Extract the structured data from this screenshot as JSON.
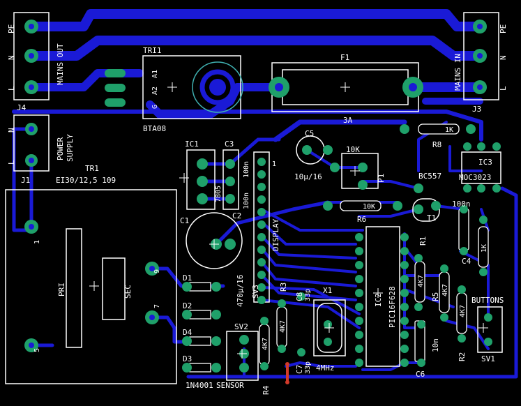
{
  "colors": {
    "background": "#000000",
    "copper": "#1a1ad6",
    "pad": "#1fa06a",
    "silk": "#ffffff",
    "via_red": "#d23a2a"
  },
  "labels": {
    "pe_left": "PE",
    "n_left": "N",
    "l_left": "L",
    "mains_out": "MAINS OUT",
    "j4": "J4",
    "pe_right": "PE",
    "n_right": "N",
    "l_right": "L",
    "mains_in": "MAINS IN",
    "j3": "J3",
    "tri1": "TRI1",
    "a1": "A1",
    "a2": "A2",
    "g": "G",
    "bta08": "BTA08",
    "f1": "F1",
    "f1_value": "3A",
    "power_supply_1": "POWER",
    "power_supply_2": "SUPPLY",
    "j1": "J1",
    "n_j1": "N",
    "l_j1": "L",
    "tr1": "TR1",
    "tr1_value": "EI30/12,5 109",
    "pri": "PRI",
    "sec": "SEC",
    "pin1": "1",
    "pin5": "5",
    "pin9": "9",
    "pin7": "7",
    "ic1": "IC1",
    "ic1_value": "7805",
    "c3": "C3",
    "c3_value": "100n",
    "c2": "C2",
    "c2_value": "100n",
    "c1": "C1",
    "c1_value": "470µ/16",
    "c5": "C5",
    "c5_value": "10µ/16",
    "p1_value": "10K",
    "p1": "P1",
    "r8": "R8",
    "r8_value": "1K",
    "r6": "R6",
    "r6_value": "10K",
    "ic3": "IC3",
    "ic3_value": "MOC3023",
    "bc557": "BC557",
    "t1": "T1",
    "c4_value": "100n",
    "c4": "C4",
    "r1": "R1",
    "r1_value": "4K7",
    "r5": "R5",
    "r5_value": "4K7",
    "r2": "R2",
    "r2_value": "4K7",
    "r3": "R3",
    "r3_value": "4K7",
    "r4": "R4",
    "r4_value": "4K7",
    "r7_value": "1K",
    "sv3": "SV3",
    "display": "DISPLAY",
    "sv3_pin1": "1",
    "ic2": "IC2",
    "ic2_value": "PIC16F628",
    "c8": "C8",
    "c8_value": "33p",
    "c7": "C7",
    "c7_value": "33p",
    "x1": "X1",
    "x1_value": "4MHz",
    "c6": "C6",
    "c6_value": "10n",
    "buttons": "BUTTONS",
    "sv1": "SV1",
    "sv2": "SV2",
    "sensor": "SENSOR",
    "d1": "D1",
    "d2": "D2",
    "d3": "D3",
    "d4": "D4",
    "diode_value": "1N4001"
  }
}
